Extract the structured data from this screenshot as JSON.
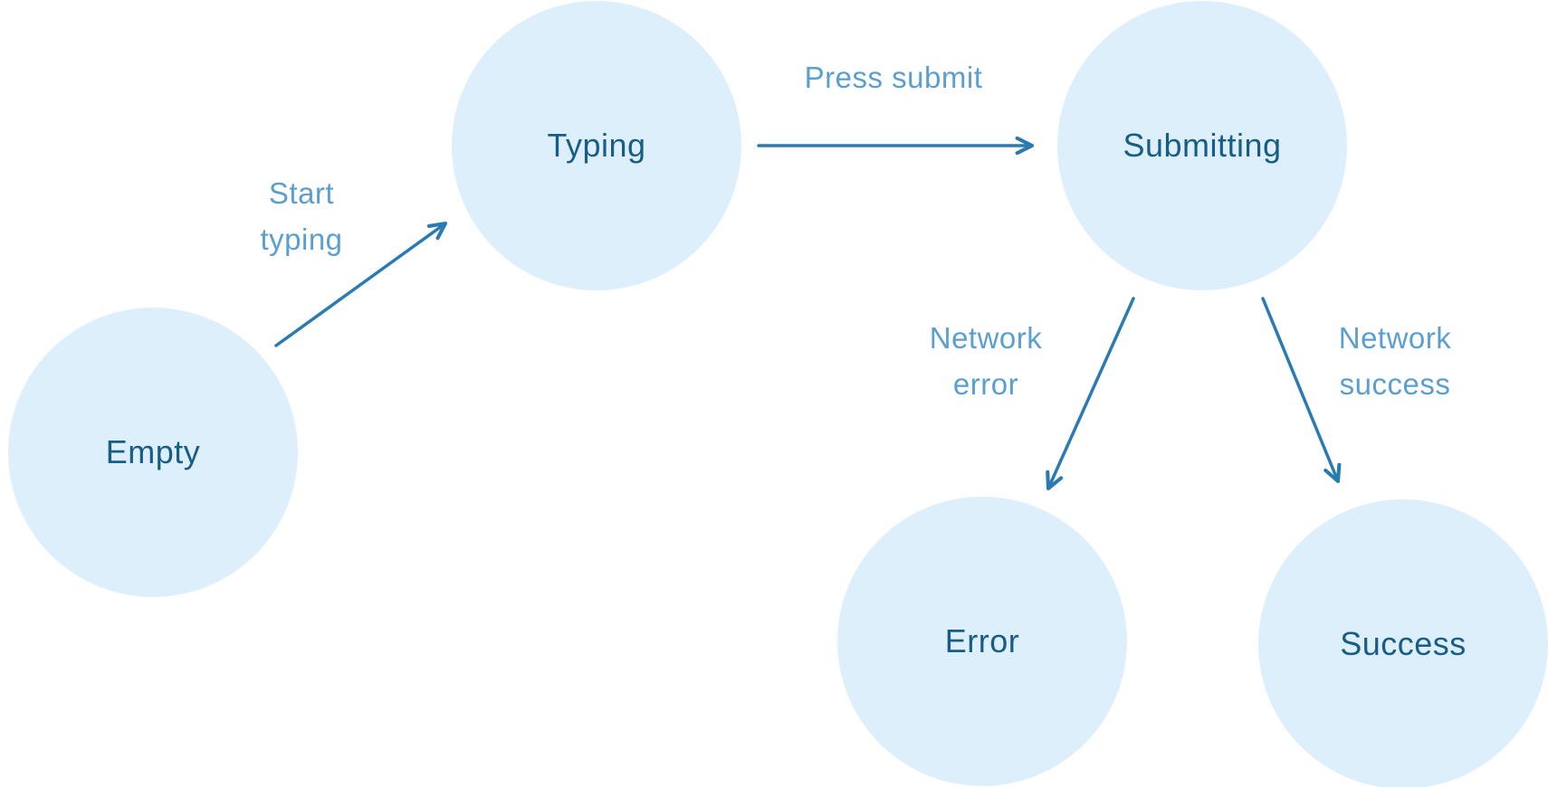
{
  "diagram": {
    "type": "state-machine",
    "colors": {
      "node_fill": "#ddeffb",
      "node_text": "#175d85",
      "arrow": "#2b7bb3",
      "arrow_label": "#5b9fd0",
      "background": "#ffffff"
    },
    "nodes": [
      {
        "id": "empty",
        "label": "Empty"
      },
      {
        "id": "typing",
        "label": "Typing"
      },
      {
        "id": "submitting",
        "label": "Submitting"
      },
      {
        "id": "error",
        "label": "Error"
      },
      {
        "id": "success",
        "label": "Success"
      }
    ],
    "edges": [
      {
        "from": "empty",
        "to": "typing",
        "label_line1": "Start",
        "label_line2": "typing"
      },
      {
        "from": "typing",
        "to": "submitting",
        "label_line1": "Press submit",
        "label_line2": ""
      },
      {
        "from": "submitting",
        "to": "error",
        "label_line1": "Network",
        "label_line2": "error"
      },
      {
        "from": "submitting",
        "to": "success",
        "label_line1": "Network",
        "label_line2": "success"
      }
    ]
  }
}
